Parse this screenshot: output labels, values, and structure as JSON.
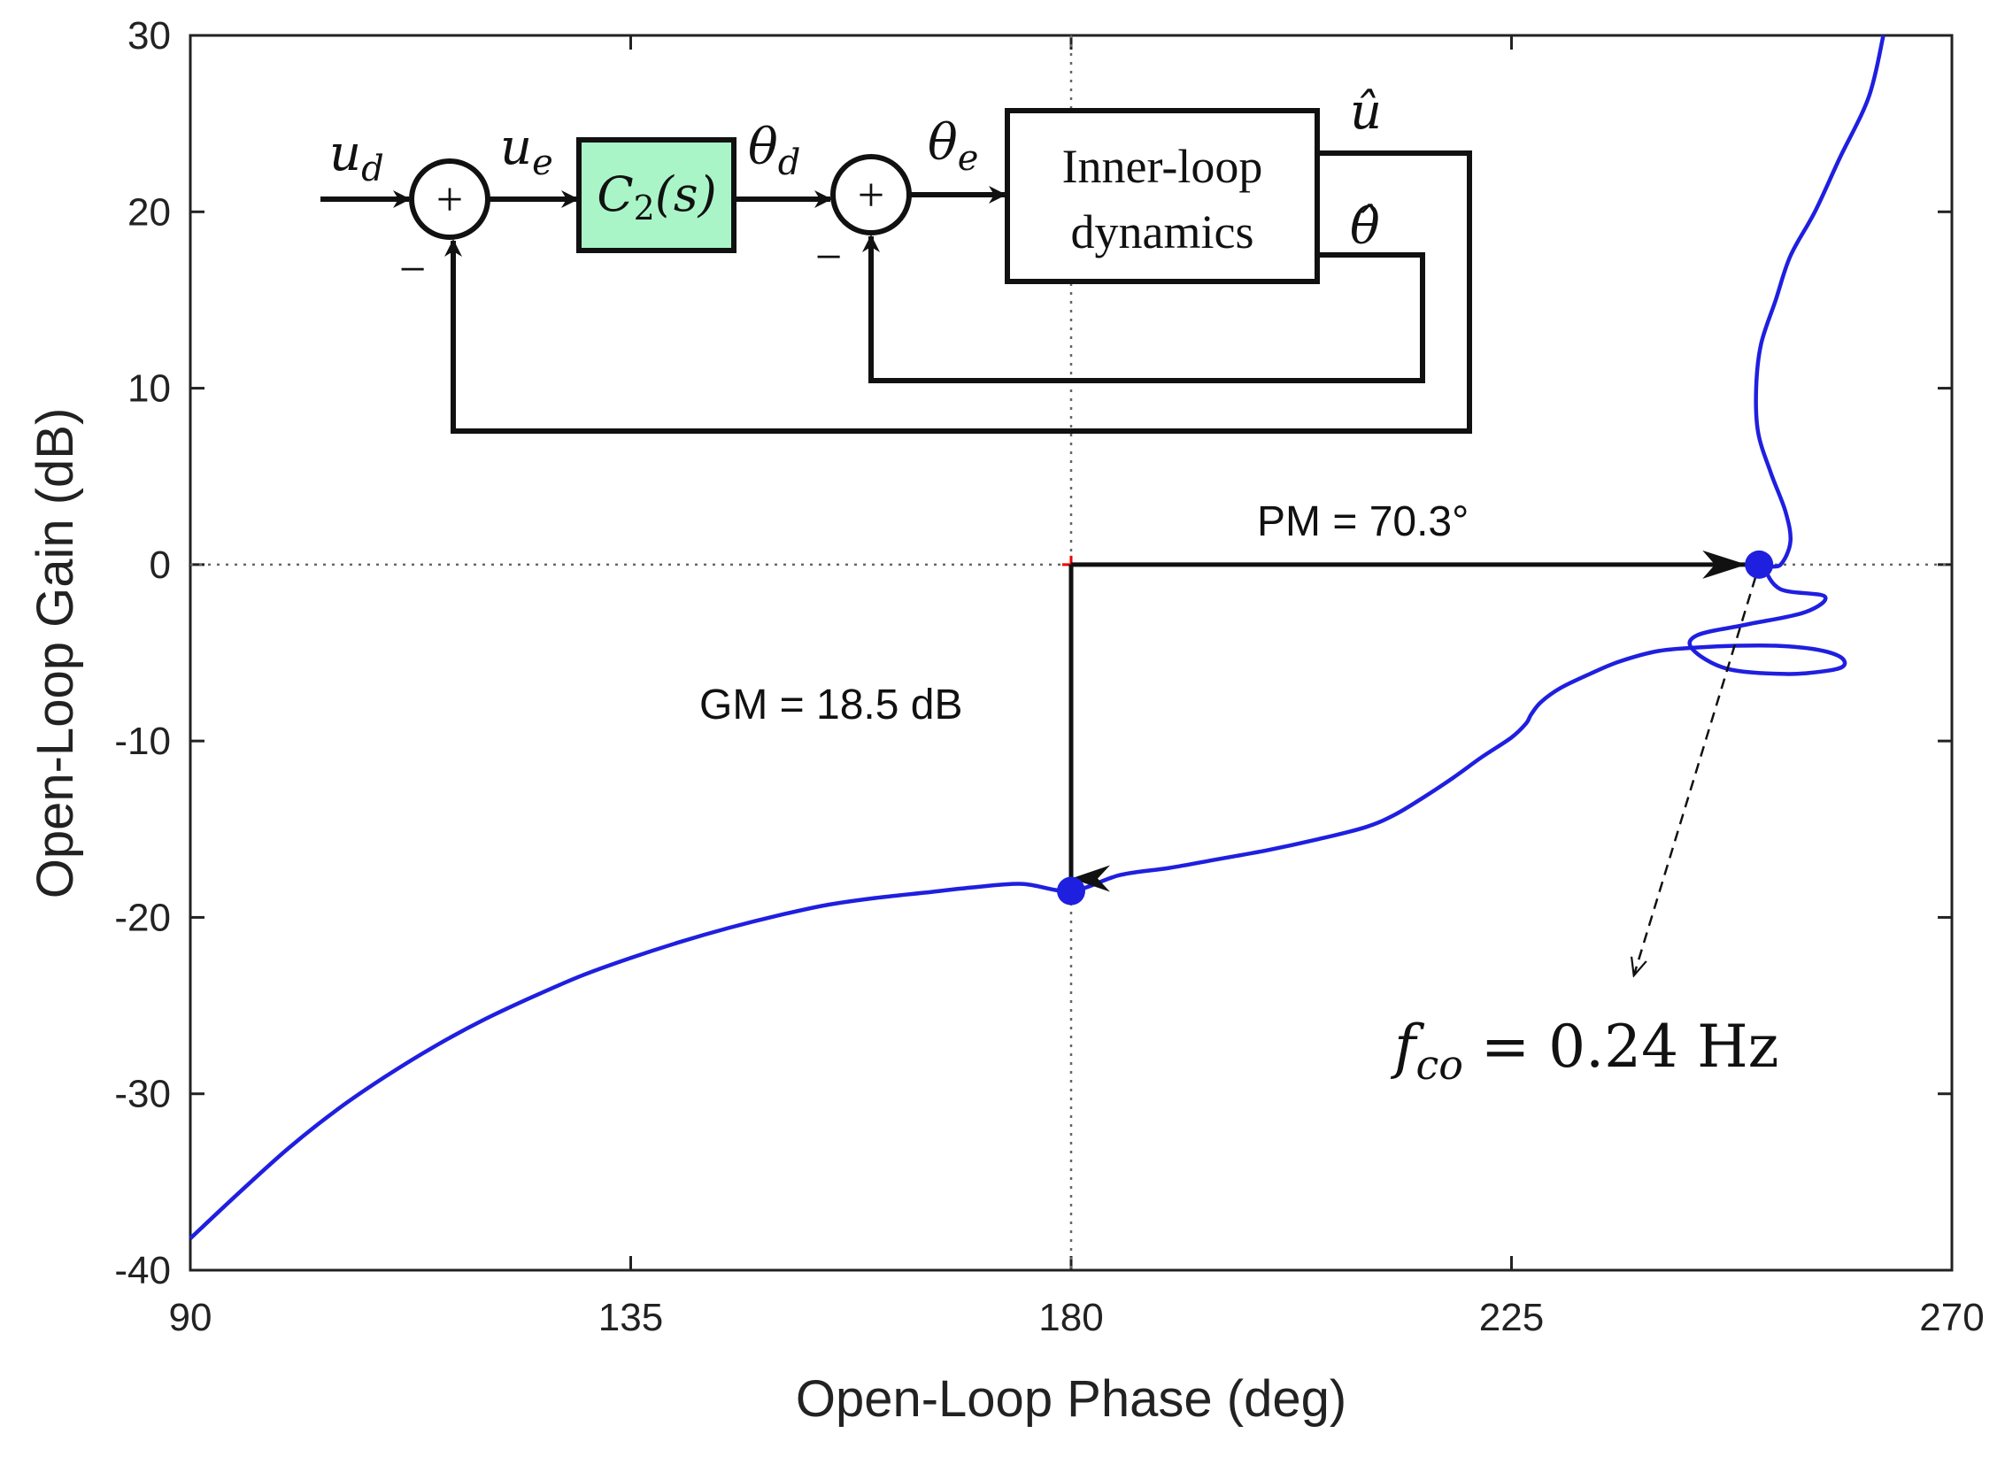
{
  "chart_data": {
    "type": "line",
    "title": "",
    "xlabel": "Open-Loop Phase (deg)",
    "ylabel": "Open-Loop Gain (dB)",
    "xlim": [
      90,
      270
    ],
    "ylim": [
      -40,
      30
    ],
    "xticks": [
      90,
      135,
      180,
      225,
      270
    ],
    "yticks": [
      30,
      20,
      10,
      0,
      -10,
      -20,
      -30,
      -40
    ],
    "xtick_labels": [
      "90",
      "135",
      "180",
      "225",
      "270"
    ],
    "ytick_labels": [
      "30",
      "20",
      "10",
      "0",
      "-10",
      "-20",
      "-30",
      "-40"
    ],
    "grid": false,
    "reference_lines": {
      "x": 180,
      "y": 0
    },
    "series": [
      {
        "color": "#1f1fe0",
        "x": [
          90,
          95,
          100,
          105,
          110,
          115,
          120,
          125,
          130,
          135,
          140,
          145,
          150,
          155,
          160,
          165,
          170,
          175,
          180,
          185,
          190,
          195,
          200,
          205,
          210,
          213,
          216,
          219,
          222,
          225,
          226.5,
          227,
          228,
          230,
          233,
          236,
          240,
          244,
          248,
          252,
          256,
          258.5,
          259,
          257.5,
          253,
          247,
          243.5,
          244,
          249,
          255,
          257,
          252.5,
          251,
          252.5,
          253.5,
          253,
          251.5,
          250.2,
          250,
          250.5,
          252,
          253.5,
          256,
          258.5,
          261.5,
          263
        ],
        "y": [
          -38.2,
          -35.6,
          -33.1,
          -30.9,
          -29.0,
          -27.3,
          -25.8,
          -24.5,
          -23.3,
          -22.3,
          -21.4,
          -20.6,
          -19.9,
          -19.3,
          -18.9,
          -18.6,
          -18.3,
          -18.1,
          -18.5,
          -17.6,
          -17.2,
          -16.7,
          -16.2,
          -15.6,
          -14.9,
          -14.2,
          -13.2,
          -12.1,
          -10.9,
          -9.8,
          -9.0,
          -8.5,
          -7.8,
          -7.0,
          -6.2,
          -5.5,
          -4.9,
          -4.7,
          -4.6,
          -4.6,
          -4.8,
          -5.2,
          -5.7,
          -6.0,
          -6.2,
          -5.9,
          -4.8,
          -4.0,
          -3.4,
          -2.7,
          -1.8,
          -1.4,
          -0.2,
          0,
          1.3,
          3.0,
          5.2,
          7.5,
          10.0,
          12.5,
          15.0,
          17.5,
          20.0,
          23.0,
          26.5,
          30.0
        ]
      }
    ],
    "markers": [
      {
        "x": 180,
        "y": -18.5,
        "color": "#1f1fe0"
      },
      {
        "x": 250.3,
        "y": 0,
        "color": "#1f1fe0"
      }
    ],
    "annotations": [
      {
        "text": "PM = 70.3°",
        "arrow_from": [
          180,
          0
        ],
        "arrow_to": [
          250.3,
          0
        ]
      },
      {
        "text": "GM = 18.5 dB",
        "arrow_from": [
          180,
          0
        ],
        "arrow_to": [
          180,
          -18.5
        ]
      },
      {
        "text": "f_co = 0.24 Hz",
        "arrow_from": [
          250.3,
          0
        ],
        "arrow_to": [
          237.5,
          -23.3
        ]
      }
    ]
  },
  "annotations": {
    "pm": "PM = 70.3°",
    "gm": "GM = 18.5 dB",
    "fco_symbol": "f",
    "fco_sub": "co",
    "fco_rest": "= 0.24 Hz"
  },
  "block_diagram": {
    "input_u_d": "u",
    "input_u_d_sub": "d",
    "signal_u_e": "u",
    "signal_u_e_sub": "e",
    "controller_label": "C",
    "controller_sub": "2",
    "controller_arg": "(s)",
    "signal_theta_d": "θ",
    "signal_theta_d_sub": "d",
    "signal_theta_e": "θ",
    "signal_theta_e_sub": "e",
    "inner_loop_line1": "Inner-loop",
    "inner_loop_line2": "dynamics",
    "output_u_hat": "û",
    "output_theta_hat": "θ̂",
    "plus_sign": "+",
    "minus_sign": "−",
    "controller_fill": "#aaf5c8"
  }
}
